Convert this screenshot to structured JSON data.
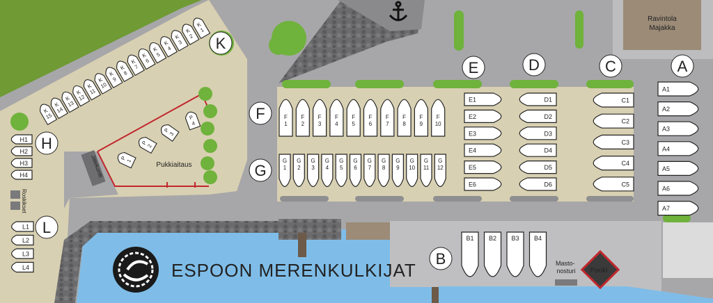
{
  "title": "ESPOON MERENKULKIJAT",
  "labels": {
    "restaurant": "Ravintola Majakka",
    "pukkiaitaus": "Pukkiaitaus",
    "jatekontti": "Jätekontti",
    "roskikset": "Roskikset",
    "mastonosturi": "Masto-\nnosturi",
    "pooki": "Pooki"
  },
  "pier_letters": [
    "A",
    "B",
    "C",
    "D",
    "E",
    "F",
    "G",
    "H",
    "K",
    "L"
  ],
  "berths": {
    "A": [
      "A1",
      "A2",
      "A3",
      "A4",
      "A5",
      "A6",
      "A7"
    ],
    "B": [
      "B1",
      "B2",
      "B3",
      "B4"
    ],
    "C": [
      "C1",
      "C2",
      "C3",
      "C4",
      "C5"
    ],
    "D": [
      "D1",
      "D2",
      "D3",
      "D4",
      "D5",
      "D6"
    ],
    "E": [
      "E1",
      "E2",
      "E3",
      "E4",
      "E5",
      "E6"
    ],
    "F": [
      "F1",
      "F2",
      "F3",
      "F4",
      "F5",
      "F6",
      "F7",
      "F8",
      "F9",
      "F10"
    ],
    "G": [
      "G1",
      "G2",
      "G3",
      "G4",
      "G5",
      "G6",
      "G7",
      "G8",
      "G9",
      "G10",
      "G11",
      "G12"
    ],
    "H": [
      "H1",
      "H2",
      "H3",
      "H4"
    ],
    "K": [
      "K1",
      "K2",
      "K3",
      "K4",
      "K5",
      "K6",
      "K7",
      "K8",
      "K9",
      "K10",
      "K11",
      "K12",
      "K13",
      "K14",
      "K15"
    ],
    "L": [
      "L1",
      "L2",
      "L3",
      "L4"
    ],
    "P": [
      "P1",
      "P2",
      "P3",
      "P4"
    ]
  },
  "colors": {
    "grass": "#6f9a34",
    "ground": "#a7a7a9",
    "sand": "#d8d0b2",
    "water": "#7fbde8",
    "bush": "#6fb23c",
    "fence": "#c0272d",
    "rock": "#6e6e70",
    "building": "#9b8b77"
  }
}
